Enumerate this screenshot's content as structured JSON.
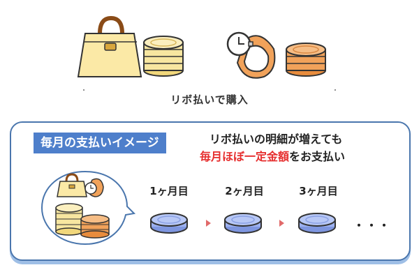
{
  "purchase": {
    "label": "リボ払いで購入",
    "items": [
      "bag-icon",
      "coin-stack-icon",
      "watch-icon",
      "coin-stack-icon"
    ]
  },
  "panel": {
    "tag": "毎月の支払いイメージ",
    "description_line1": "リボ払いの明細が増えても",
    "description_line2_highlight": "毎月ほぼ一定金額",
    "description_line2_rest": "をお支払い",
    "months": [
      "1ヶ月目",
      "2ヶ月目",
      "3ヶ月目"
    ],
    "ellipsis": "・・・"
  },
  "colors": {
    "panel_border": "#4a76ad",
    "tag_bg": "#4e7fcb",
    "highlight": "#e62e2e",
    "coin_blue": "#9db1f0",
    "coin_yellow": "#f7e6a0",
    "coin_orange": "#f1a25a",
    "arrow": "#e16a6a"
  }
}
